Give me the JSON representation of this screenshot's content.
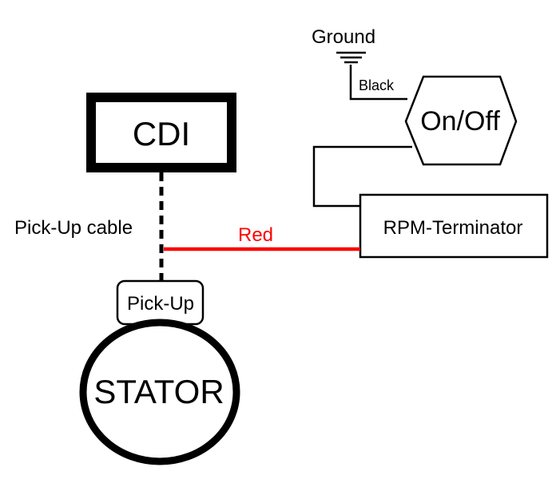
{
  "diagram": {
    "nodes": {
      "cdi": "CDI",
      "on_off": "On/Off",
      "rpm_terminator": "RPM-Terminator",
      "pick_up": "Pick-Up",
      "stator": "STATOR"
    },
    "labels": {
      "ground": "Ground",
      "black": "Black",
      "red": "Red",
      "pick_up_cable": "Pick-Up cable"
    },
    "connections": [
      {
        "from": "CDI",
        "to": "Pick-Up",
        "label": "Pick-Up cable",
        "style": "dashed"
      },
      {
        "from": "Pick-Up cable",
        "to": "RPM-Terminator",
        "label": "Red",
        "color": "#ff0000"
      },
      {
        "from": "Ground",
        "to": "On/Off",
        "label": "Black"
      },
      {
        "from": "On/Off",
        "to": "RPM-Terminator"
      }
    ],
    "colors": {
      "red_wire": "#ff0000",
      "line": "#000000"
    }
  }
}
